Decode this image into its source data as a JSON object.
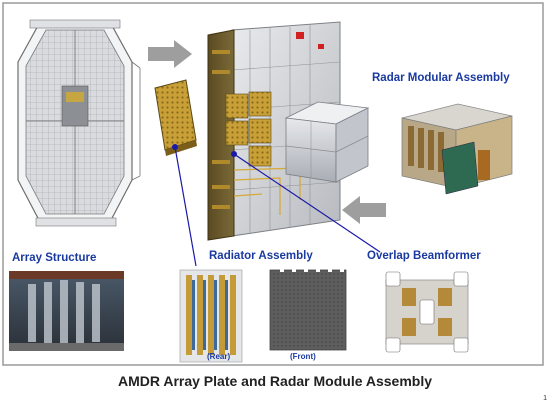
{
  "labels": {
    "radar_modular_assembly": "Radar Modular Assembly",
    "array_structure": "Array Structure",
    "radiator_assembly": "Radiator Assembly",
    "overlap_beamformer": "Overlap Beamformer",
    "rear": "(Rear)",
    "front": "(Front)"
  },
  "caption": "AMDR Array Plate and Radar Module Assembly",
  "page_number": "1",
  "colors": {
    "frame_border": "#9a9a9a",
    "label_blue": "#1a3aa0",
    "connector_blue": "#1a1aa8",
    "arrow_gray": "#9e9e9e",
    "plate_olive": "#6b5a2a",
    "module_gold": "#c8a030",
    "panel_gray": "#c8cbd0"
  }
}
